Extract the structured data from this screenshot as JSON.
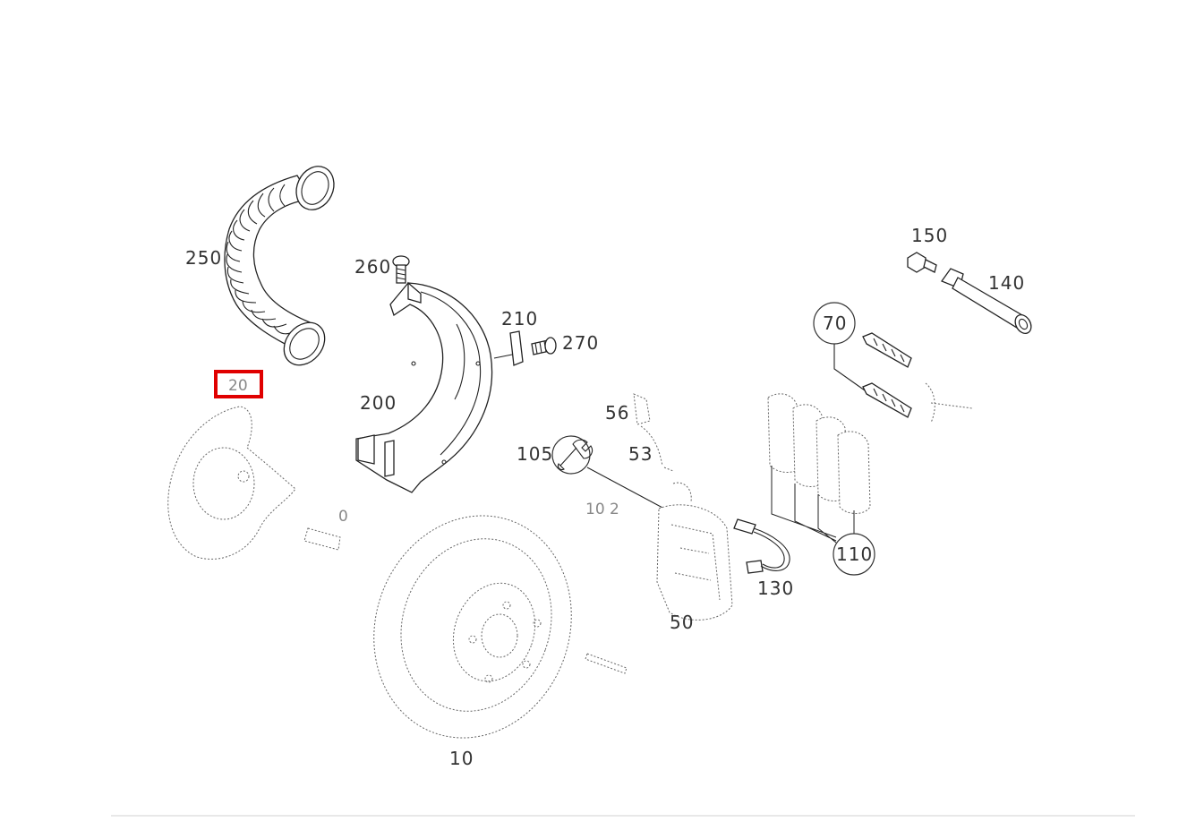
{
  "diagram": {
    "callouts": {
      "hose": "250",
      "screw_top": "260",
      "shield": "200",
      "bracket": "210",
      "bolt_small": "270",
      "screw_150": "150",
      "pin_140": "140",
      "bolt_70": "70",
      "sensor_56": "56",
      "screw_53": "53",
      "service_105": "105",
      "pads_110": "110",
      "wire_130": "130",
      "caliper_50": "50",
      "disc_10": "10",
      "hub_partial": "0",
      "highlighted": "20"
    },
    "highlight_color": "#e00000"
  }
}
